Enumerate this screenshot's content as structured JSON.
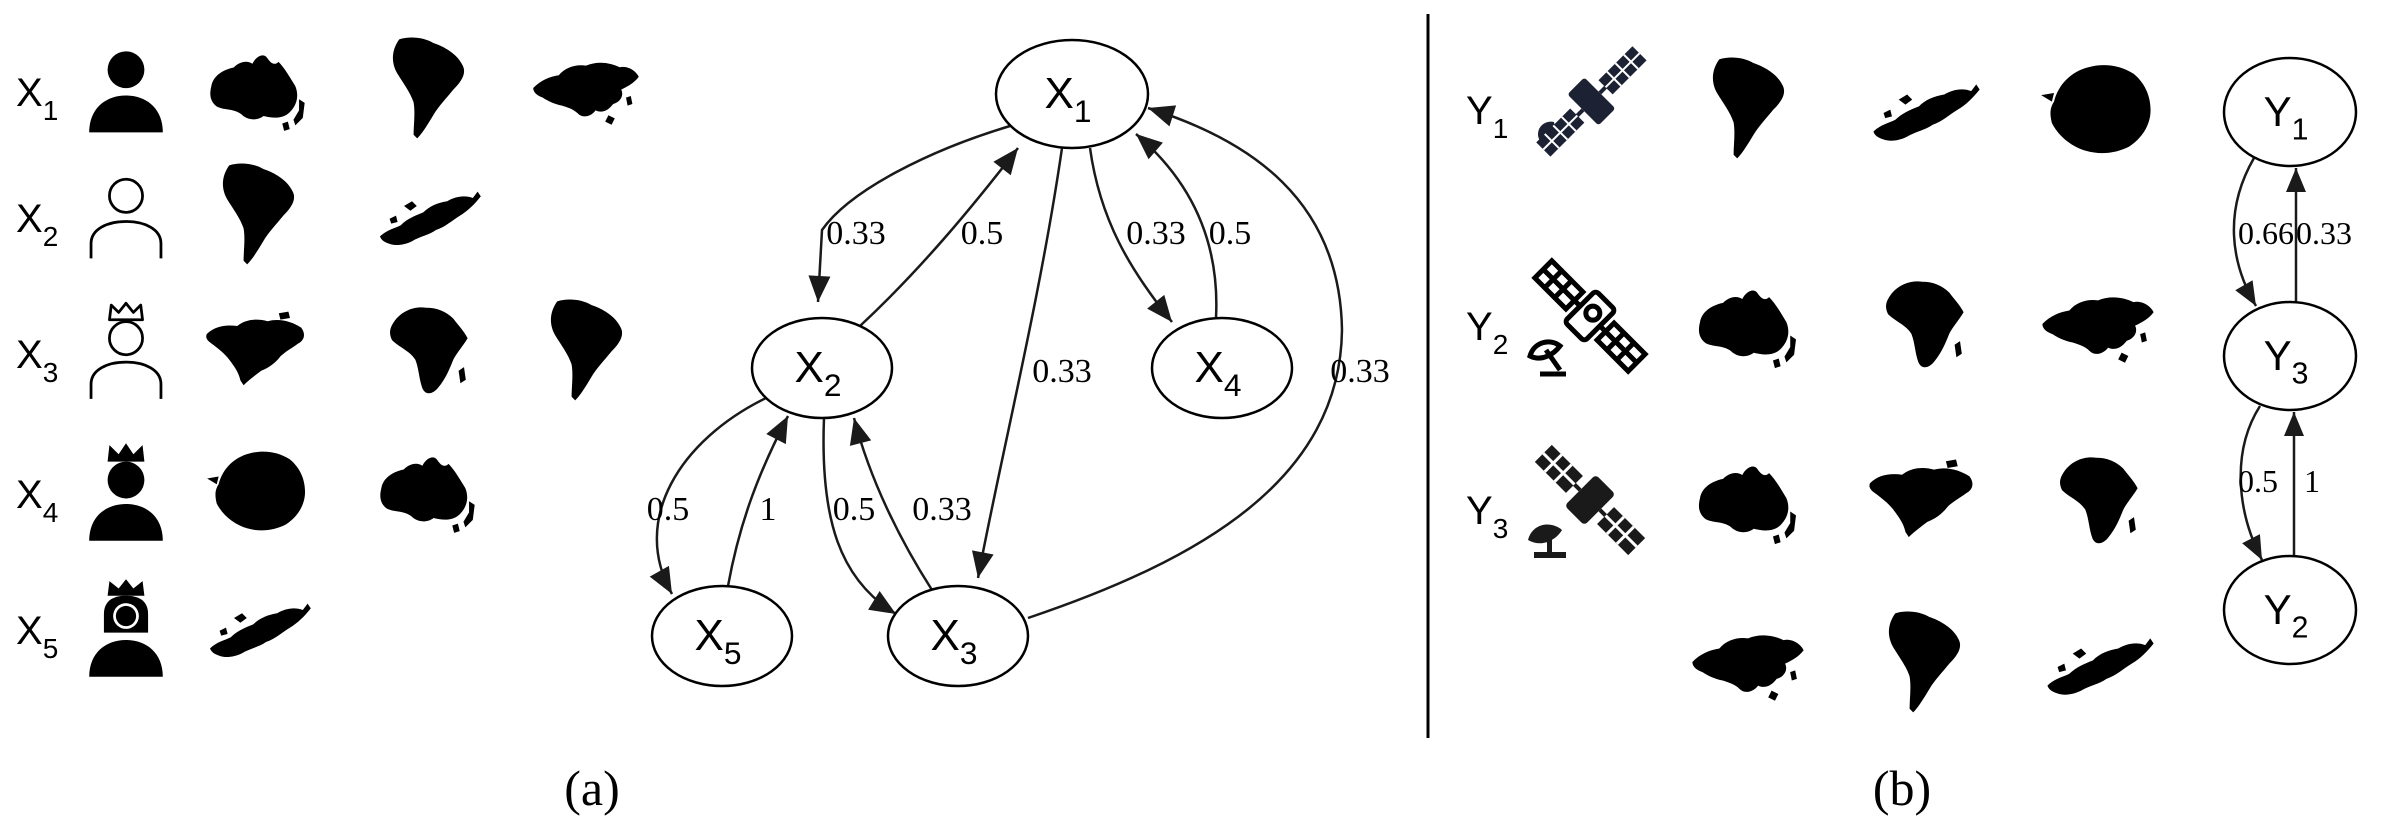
{
  "panel_a": {
    "caption": "(a)",
    "rows": [
      {
        "id": "X1",
        "label_main": "X",
        "label_sub": "1",
        "icon": "person-solid-icon",
        "continents": [
          "australia",
          "south-america",
          "asia"
        ]
      },
      {
        "id": "X2",
        "label_main": "X",
        "label_sub": "2",
        "icon": "person-outline-icon",
        "continents": [
          "south-america",
          "europe"
        ]
      },
      {
        "id": "X3",
        "label_main": "X",
        "label_sub": "3",
        "icon": "person-outline-crown-icon",
        "continents": [
          "north-america",
          "africa",
          "south-america"
        ]
      },
      {
        "id": "X4",
        "label_main": "X",
        "label_sub": "4",
        "icon": "king-icon",
        "continents": [
          "antarctica",
          "australia"
        ]
      },
      {
        "id": "X5",
        "label_main": "X",
        "label_sub": "5",
        "icon": "queen-icon",
        "continents": [
          "europe"
        ]
      }
    ],
    "graph": {
      "nodes": [
        {
          "id": "X1",
          "main": "X",
          "sub": "1"
        },
        {
          "id": "X2",
          "main": "X",
          "sub": "2"
        },
        {
          "id": "X3",
          "main": "X",
          "sub": "3"
        },
        {
          "id": "X4",
          "main": "X",
          "sub": "4"
        },
        {
          "id": "X5",
          "main": "X",
          "sub": "5"
        }
      ],
      "edges": [
        {
          "from": "X1",
          "to": "X2",
          "label": "0.33"
        },
        {
          "from": "X2",
          "to": "X1",
          "label": "0.5"
        },
        {
          "from": "X1",
          "to": "X3",
          "label": "0.33"
        },
        {
          "from": "X1",
          "to": "X4",
          "label": "0.33"
        },
        {
          "from": "X4",
          "to": "X1",
          "label": "0.5"
        },
        {
          "from": "X3",
          "to": "X1",
          "label": "0.33"
        },
        {
          "from": "X2",
          "to": "X5",
          "label": "0.5"
        },
        {
          "from": "X5",
          "to": "X2",
          "label": "1"
        },
        {
          "from": "X2",
          "to": "X3",
          "label": "0.5"
        },
        {
          "from": "X3",
          "to": "X2",
          "label": "0.33"
        }
      ]
    }
  },
  "panel_b": {
    "caption": "(b)",
    "rows": [
      {
        "id": "Y1",
        "label_main": "Y",
        "label_sub": "1",
        "icon": "satellite-icon",
        "continents": [
          "south-america",
          "europe",
          "antarctica"
        ]
      },
      {
        "id": "Y2",
        "label_main": "Y",
        "label_sub": "2",
        "icon": "satellite-dish-icon",
        "continents": [
          "australia",
          "africa",
          "asia"
        ]
      },
      {
        "id": "Y3",
        "label_main": "Y",
        "label_sub": "3",
        "icon": "satellite-dish-icon",
        "continents": [
          "australia",
          "north-america",
          "africa",
          "asia",
          "south-america",
          "europe"
        ]
      }
    ],
    "graph": {
      "nodes": [
        {
          "id": "Y1",
          "main": "Y",
          "sub": "1"
        },
        {
          "id": "Y3",
          "main": "Y",
          "sub": "3"
        },
        {
          "id": "Y2",
          "main": "Y",
          "sub": "2"
        }
      ],
      "edges": [
        {
          "from": "Y1",
          "to": "Y3",
          "label": "0.66"
        },
        {
          "from": "Y3",
          "to": "Y1",
          "label": "0.33"
        },
        {
          "from": "Y3",
          "to": "Y2",
          "label": "0.5"
        },
        {
          "from": "Y2",
          "to": "Y3",
          "label": "1"
        }
      ]
    }
  }
}
